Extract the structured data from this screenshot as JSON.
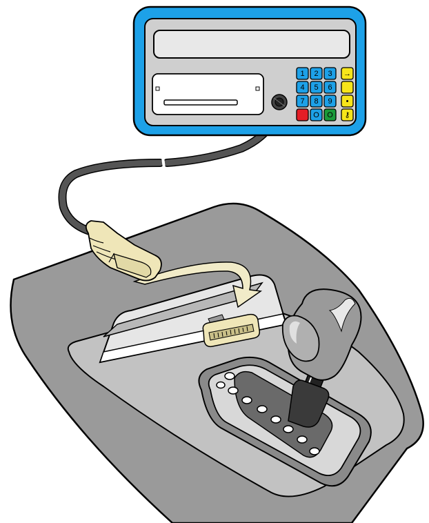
{
  "keypad": {
    "digit_keys": [
      "1",
      "2",
      "3",
      "4",
      "5",
      "6",
      "7",
      "8",
      "9"
    ],
    "bottom_keys": [
      {
        "name": "red-key",
        "label": "",
        "color": "#e41e26"
      },
      {
        "name": "circle-key",
        "label": "O",
        "color": "#1da1e8"
      },
      {
        "name": "green-circle-key",
        "label": "O",
        "color": "#1a9a3a"
      }
    ],
    "function_keys": [
      {
        "name": "enter-arrow-key",
        "label": "→"
      },
      {
        "name": "blank-function-key",
        "label": ""
      },
      {
        "name": "dot-function-key",
        "label": "•"
      },
      {
        "name": "key-symbol-key",
        "label": "⚷"
      }
    ]
  },
  "colors": {
    "device_frame": "#1da1e8",
    "device_face": "#cfcfcf",
    "keypad_blue": "#1da1e8",
    "function_yellow": "#f7e51a",
    "cable": "#555555",
    "connector": "#efe6b8",
    "console_dark": "#9a9a9a",
    "console_light": "#d8d8d8",
    "arrow": "#f1ebc8"
  },
  "icons": [
    "gear-shift-knob-icon",
    "diagnostic-port-icon",
    "insert-arrow-icon"
  ]
}
